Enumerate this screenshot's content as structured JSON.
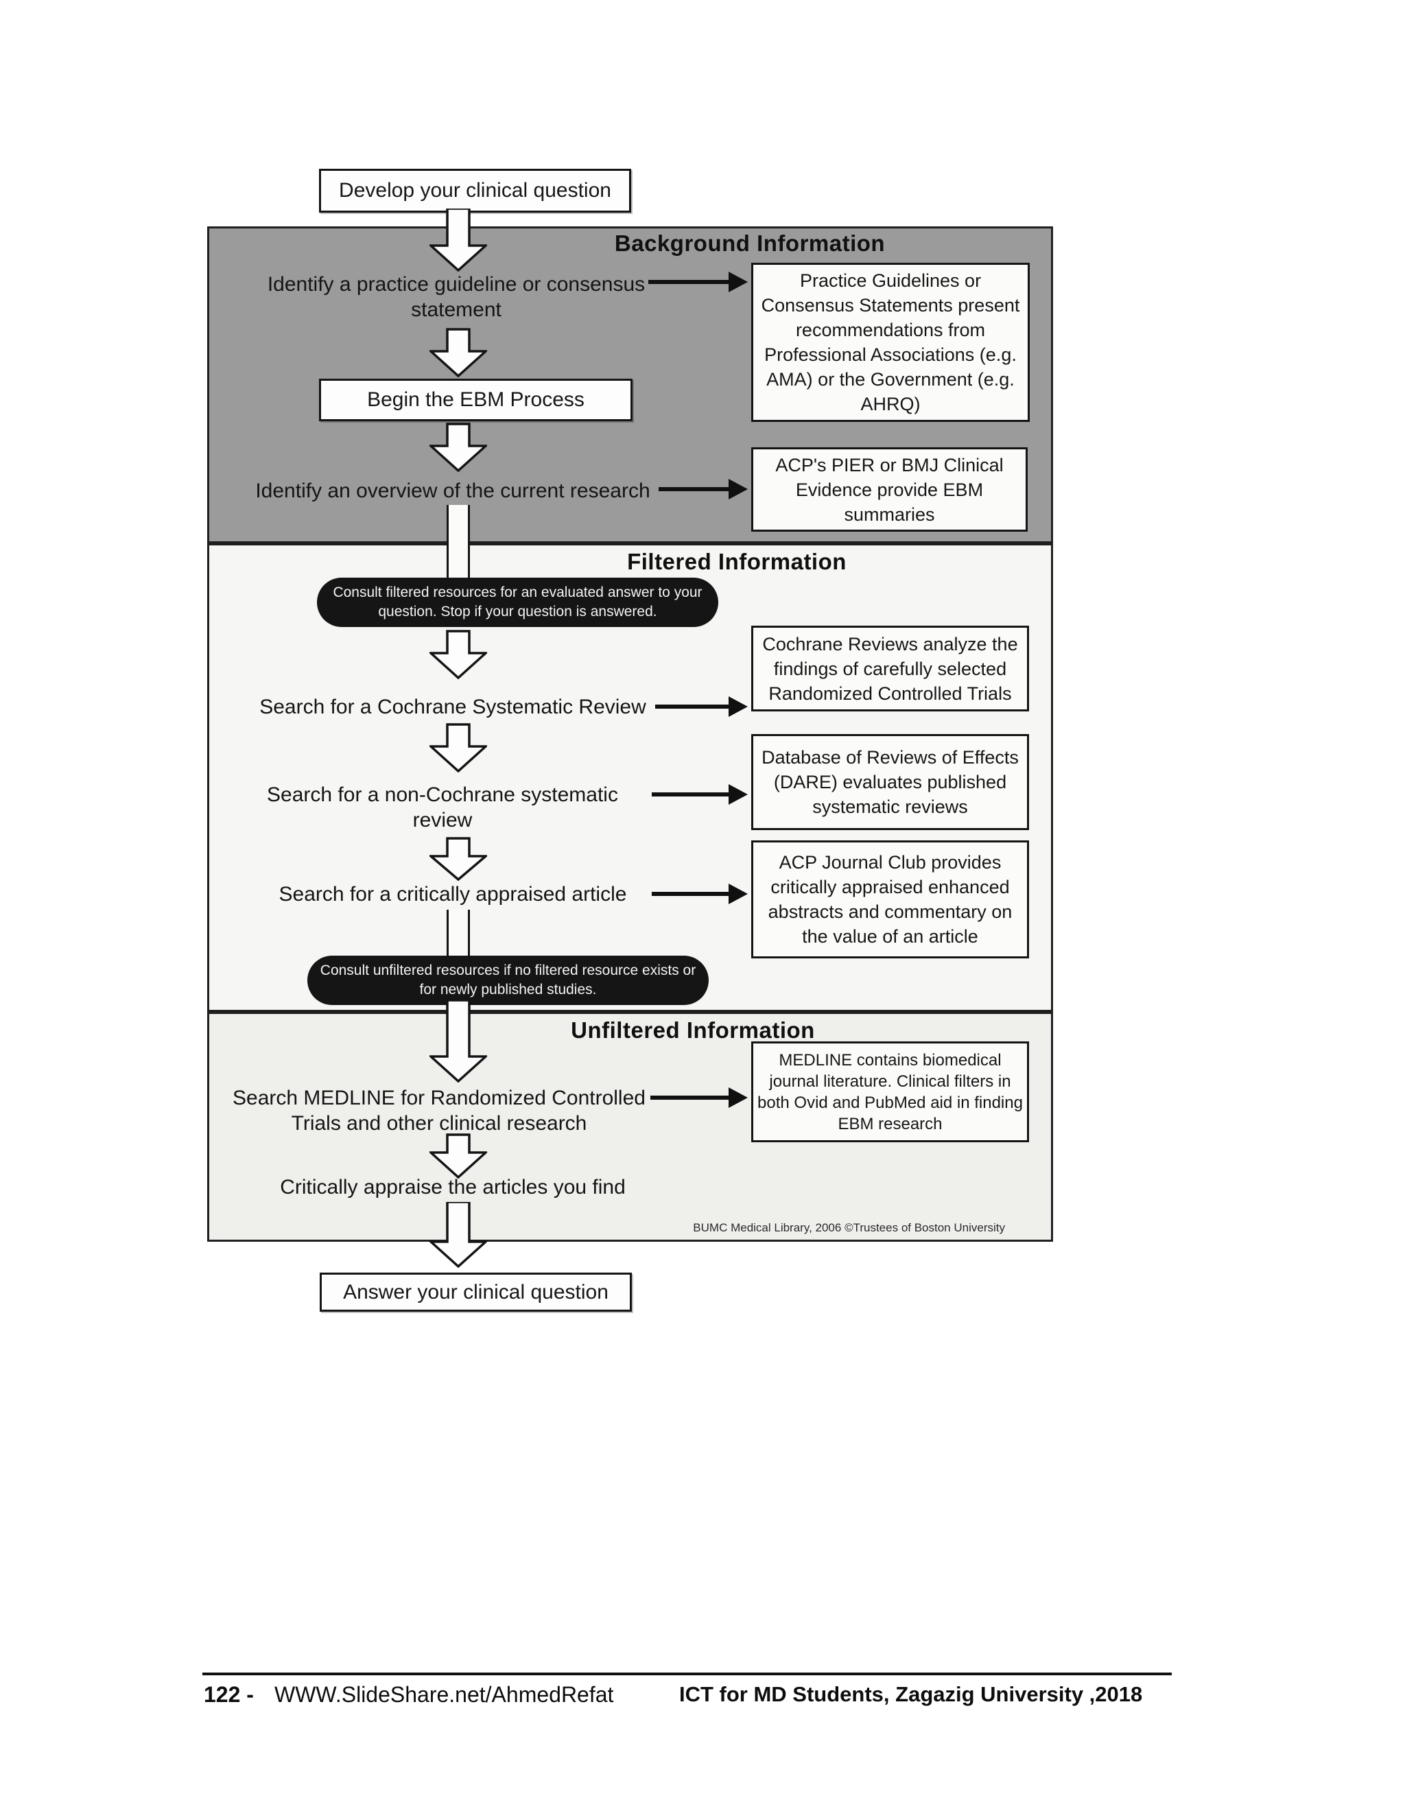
{
  "colors": {
    "background_section_gray": "#9b9b9b",
    "filtered_section": "#f6f6f4",
    "unfiltered_section": "#efefec",
    "callout_black": "#151515",
    "ink": "#141414"
  },
  "flowchart": {
    "start_box": "Develop your clinical question",
    "begin_box": "Begin the EBM Process",
    "end_box": "Answer your clinical question",
    "sections": {
      "background": {
        "title": "Background Information"
      },
      "filtered": {
        "title": "Filtered Information"
      },
      "unfiltered": {
        "title": "Unfiltered Information"
      }
    },
    "steps": {
      "identify_guideline": "Identify a practice guideline or consensus statement",
      "identify_overview": "Identify an overview of the current research",
      "search_cochrane": "Search for a Cochrane Systematic Review",
      "search_non_cochrane": "Search for a non-Cochrane systematic review",
      "search_critically_appraised": "Search for a critically appraised article",
      "search_medline": "Search MEDLINE for Randomized Controlled Trials and other clinical research",
      "critically_appraise": "Critically appraise the articles you find"
    },
    "resources": {
      "practice_guidelines": "Practice Guidelines or Consensus Statements present recommendations from Professional Associations (e.g. AMA) or the Government (e.g. AHRQ)",
      "acp_pier": "ACP's PIER or BMJ Clinical Evidence provide EBM summaries",
      "cochrane": "Cochrane Reviews analyze the findings of carefully selected Randomized Controlled Trials",
      "dare": "Database of Reviews of Effects (DARE) evaluates published systematic reviews",
      "acp_journal_club": "ACP Journal Club provides critically appraised enhanced abstracts and commentary on the value of an article",
      "medline": "MEDLINE contains biomedical journal literature. Clinical filters in both Ovid and PubMed aid in finding EBM research"
    },
    "callouts": {
      "filtered": "Consult filtered resources for an evaluated answer to your question. Stop if your question is answered.",
      "unfiltered": "Consult unfiltered resources if no filtered resource exists or for newly published studies."
    },
    "credit": "BUMC Medical Library, 2006 ©Trustees of Boston University"
  },
  "footer": {
    "page_number": "122 -",
    "site": "WWW.SlideShare.net/AhmedRefat",
    "course": "ICT for MD Students, Zagazig University ,2018"
  }
}
